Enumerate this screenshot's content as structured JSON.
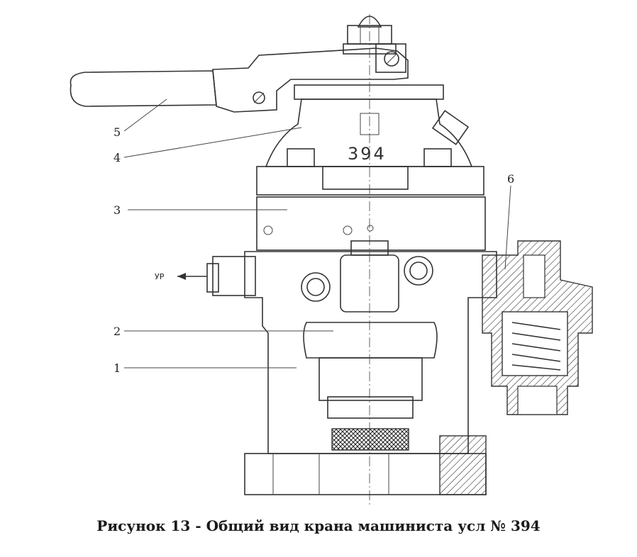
{
  "figure": {
    "caption": "Рисунок 13 - Общий вид крана машиниста усл № 394",
    "body_marking": "394",
    "outlet_label": "УР",
    "callouts": [
      {
        "id": "5",
        "text": "5"
      },
      {
        "id": "4",
        "text": "4"
      },
      {
        "id": "3",
        "text": "3"
      },
      {
        "id": "6",
        "text": "6"
      },
      {
        "id": "2",
        "text": "2"
      },
      {
        "id": "1",
        "text": "1"
      }
    ]
  }
}
